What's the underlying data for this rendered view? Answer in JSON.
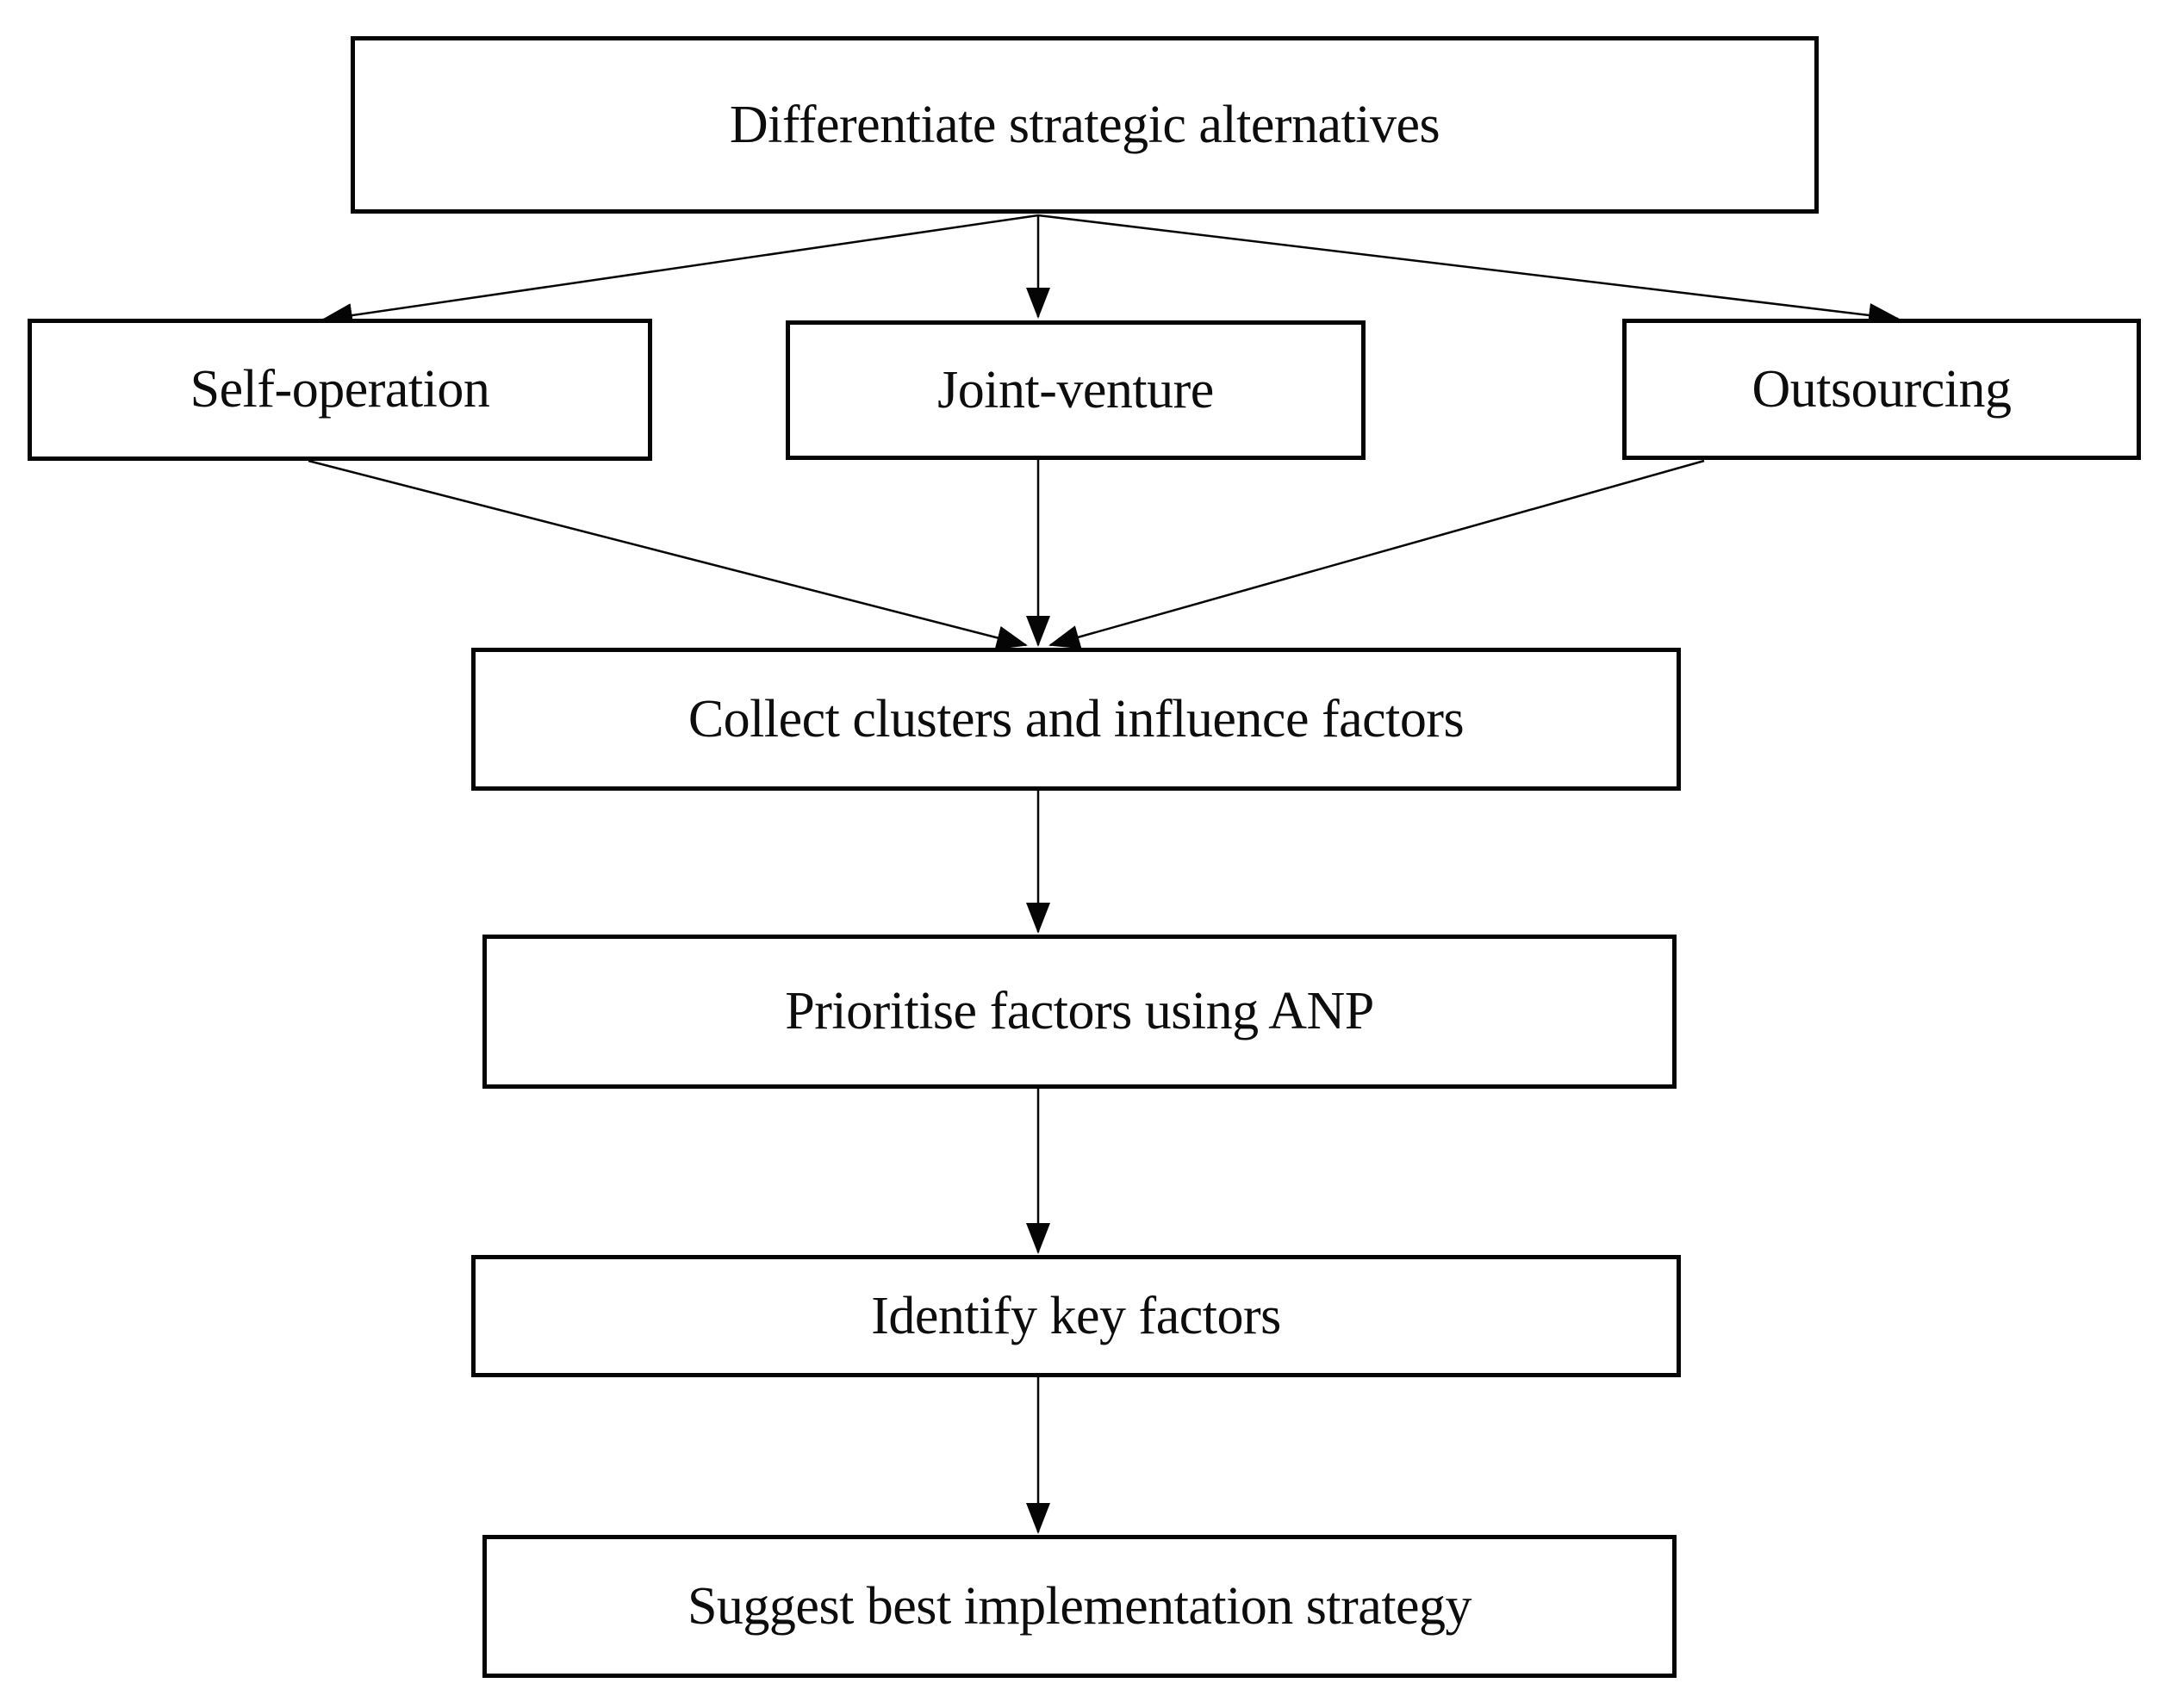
{
  "figure": {
    "type": "flowchart",
    "background_color": "#ffffff",
    "line_color": "#050505"
  },
  "nodes": {
    "differentiate": {
      "label": "Differentiate strategic alternatives"
    },
    "self_operation": {
      "label": "Self-operation"
    },
    "joint_venture": {
      "label": "Joint-venture"
    },
    "outsourcing": {
      "label": "Outsourcing"
    },
    "collect": {
      "label": "Collect clusters and influence factors"
    },
    "prioritise": {
      "label": "Prioritise factors using ANP"
    },
    "identify": {
      "label": "Identify key factors"
    },
    "suggest": {
      "label": "Suggest best implementation strategy"
    }
  },
  "edges": [
    {
      "from": "differentiate",
      "to": "self_operation"
    },
    {
      "from": "differentiate",
      "to": "joint_venture"
    },
    {
      "from": "differentiate",
      "to": "outsourcing"
    },
    {
      "from": "self_operation",
      "to": "collect"
    },
    {
      "from": "joint_venture",
      "to": "collect"
    },
    {
      "from": "outsourcing",
      "to": "collect"
    },
    {
      "from": "collect",
      "to": "prioritise"
    },
    {
      "from": "prioritise",
      "to": "identify"
    },
    {
      "from": "identify",
      "to": "suggest"
    }
  ]
}
